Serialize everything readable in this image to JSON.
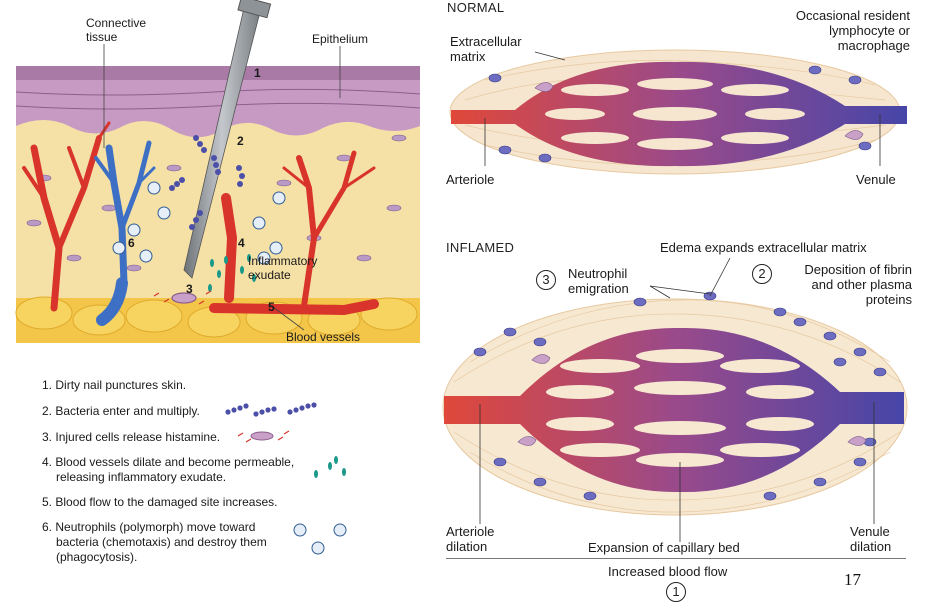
{
  "left_panel": {
    "labels": {
      "connective_tissue": "Connective\ntissue",
      "epithelium": "Epithelium",
      "inflammatory_exudate": "Inflammatory\nexudate",
      "blood_vessels": "Blood vessels"
    },
    "markers": [
      "1",
      "2",
      "3",
      "4",
      "5",
      "6"
    ]
  },
  "steps": [
    {
      "num": "1.",
      "text": "Dirty nail punctures skin."
    },
    {
      "num": "2.",
      "text": "Bacteria enter and multiply."
    },
    {
      "num": "3.",
      "text": "Injured cells release histamine."
    },
    {
      "num": "4.",
      "text": "Blood vessels dilate and become permeable,"
    },
    {
      "num": "",
      "text": "releasing inflammatory exudate."
    },
    {
      "num": "5.",
      "text": "Blood flow to the damaged site increases."
    },
    {
      "num": "6.",
      "text": "Neutrophils (polymorph) move toward"
    },
    {
      "num": "",
      "text": "bacteria (chemotaxis) and destroy them"
    },
    {
      "num": "",
      "text": "(phagocytosis)."
    }
  ],
  "normal": {
    "heading": "NORMAL",
    "extracellular_matrix": "Extracellular\nmatrix",
    "resident_cell": "Occasional resident\nlymphocyte or\nmacrophage",
    "arteriole": "Arteriole",
    "venule": "Venule"
  },
  "inflamed": {
    "heading": "INFLAMED",
    "edema": "Edema expands extracellular matrix",
    "neutrophil_emigration": "Neutrophil\nemigration",
    "deposition": "Deposition of fibrin\nand other plasma\nproteins",
    "arteriole_dilation": "Arteriole\ndilation",
    "capillary_expansion": "Expansion of capillary bed",
    "venule_dilation": "Venule\ndilation",
    "blood_flow": "Increased blood flow",
    "num1": "1",
    "num2": "2",
    "num3": "3"
  },
  "page_number": "17",
  "colors": {
    "artery": "#d9342b",
    "vein": "#3d6fc4",
    "epithelium": "#b98bb8",
    "connective": "#f4dfa4",
    "fat": "#f2c53d",
    "nail": "#8f9499",
    "bacteria": "#4b4fa8",
    "exudate": "#1b9a8a",
    "vessel_red": "#e0483a",
    "vessel_blue": "#4646a8",
    "matrix": "#e7c9a0"
  }
}
